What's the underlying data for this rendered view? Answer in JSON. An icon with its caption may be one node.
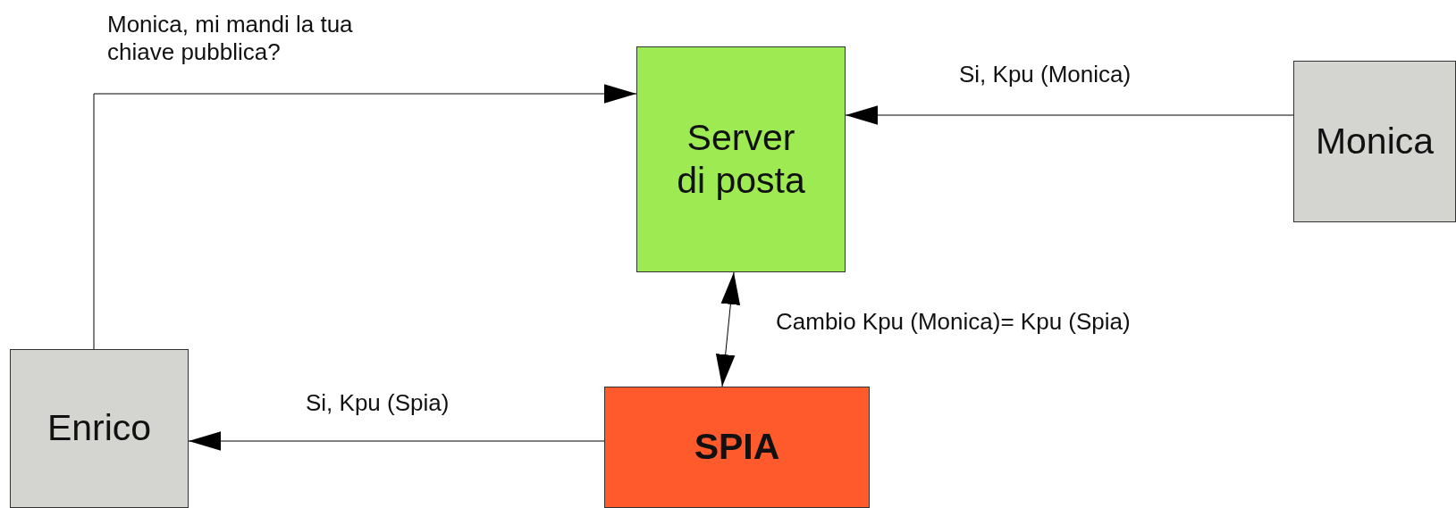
{
  "diagram": {
    "nodes": [
      {
        "text": [
          "Server di posta"
        ]
      },
      {
        "text": [
          "Monica"
        ]
      },
      {
        "text": [
          "Enrico"
        ]
      },
      {
        "text": [
          "SPIA"
        ]
      }
    ],
    "edges": [
      {
        "from": 2,
        "to": 0,
        "arrow": "to",
        "label": "Monica, mi mandi la tua chiave pubblica?"
      },
      {
        "from": 1,
        "to": 0,
        "arrow": "to",
        "label": "Si, Kpu (Monica)"
      },
      {
        "from": 0,
        "to": 3,
        "arrow": "both",
        "label": "Cambio Kpu (Monica)= Kpu (Spia)"
      },
      {
        "from": 3,
        "to": 2,
        "arrow": "to",
        "label": "Si, Kpu (Spia)"
      }
    ]
  }
}
